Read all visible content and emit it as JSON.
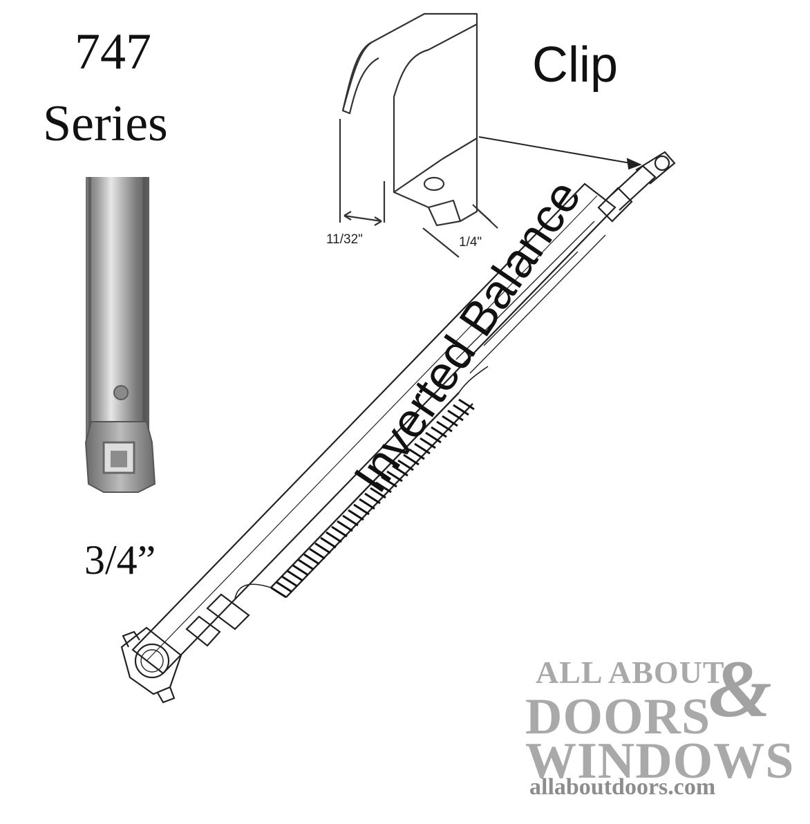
{
  "product": {
    "series_number": "747",
    "series_word": "Series",
    "tube_size": "3/4”",
    "balance_type": "Inverted Balance"
  },
  "clip": {
    "label": "Clip",
    "dim_width": "11/32\"",
    "dim_depth": "1/4\""
  },
  "brand": {
    "line1": "ALL ABOUT",
    "ampersand": "&",
    "line2": "DOORS",
    "line3": "WINDOWS",
    "url": "allaboutdoors.com",
    "color": "#a9a9a9"
  }
}
